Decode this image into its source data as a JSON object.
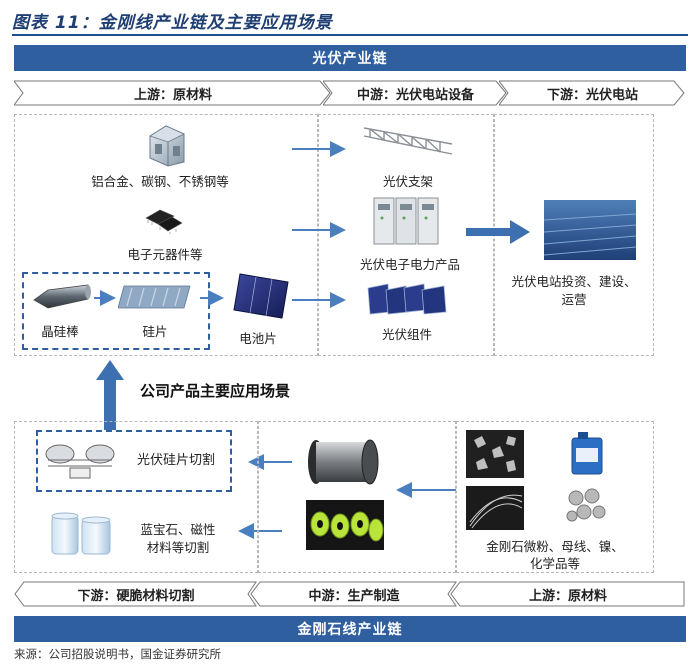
{
  "figure": {
    "title": "图表 11：金刚线产业链及主要应用场景",
    "source": "来源：公司招股说明书，国金证券研究所"
  },
  "top_chain": {
    "bar_title": "光伏产业链",
    "stages": [
      "上游：原材料",
      "中游：光伏电站设备",
      "下游：光伏电站"
    ],
    "items": {
      "aluminum": "铝合金、碳钢、不锈钢等",
      "electronics": "电子元器件等",
      "ingot": "晶硅棒",
      "wafer": "硅片",
      "cell": "电池片",
      "bracket": "光伏支架",
      "power_products": "光伏电子电力产品",
      "module": "光伏组件",
      "plant_line1": "光伏电站投资、建设、",
      "plant_line2": "运营"
    }
  },
  "middle_label": "公司产品主要应用场景",
  "bottom_chain": {
    "bar_title": "金刚石线产业链",
    "stages": [
      "下游：硬脆材料切割",
      "中游：生产制造",
      "上游：原材料"
    ],
    "items": {
      "wafer_cutting": "光伏硅片切割",
      "sapphire_line1": "蓝宝石、磁性",
      "sapphire_line2": "材料等切割",
      "materials_line1": "金刚石微粉、母线、镍、",
      "materials_line2": "化学品等"
    }
  },
  "colors": {
    "bar": "#2f5f9f",
    "arrow": "#4a7fbf",
    "title": "#1f3f73"
  }
}
